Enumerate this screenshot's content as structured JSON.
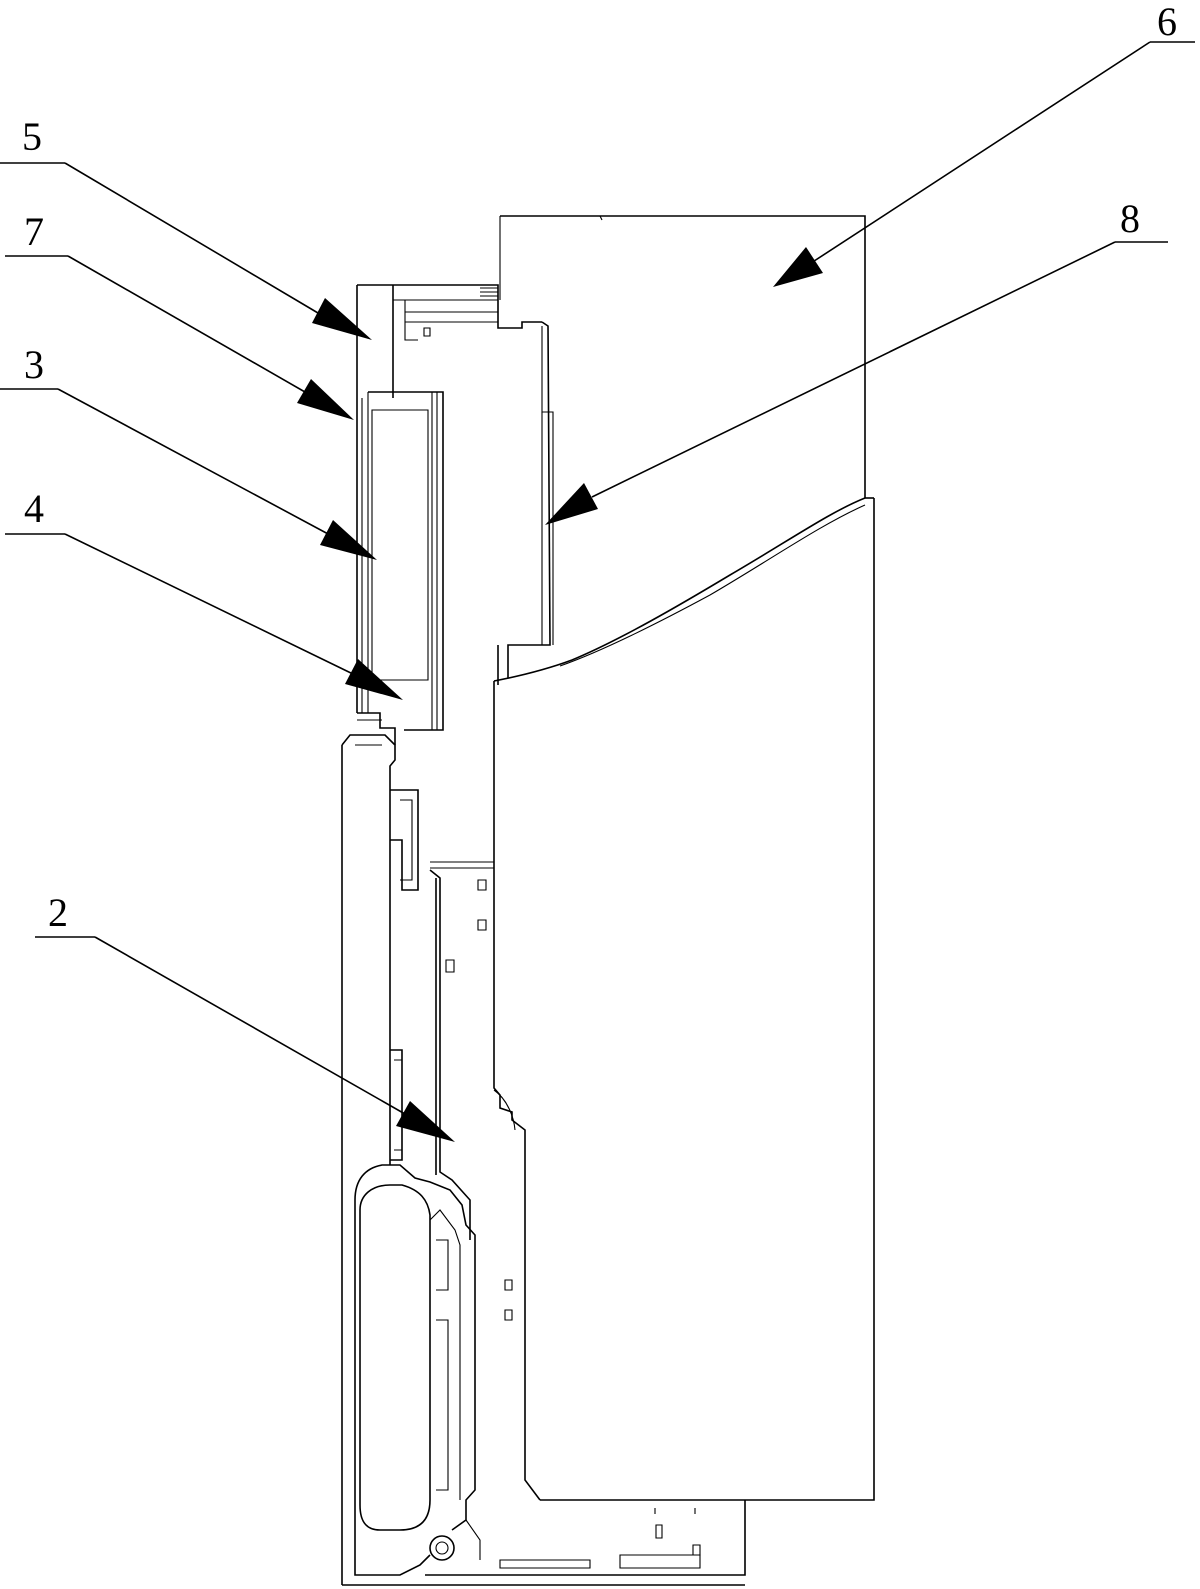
{
  "callouts": [
    {
      "id": "6",
      "label": "6"
    },
    {
      "id": "5",
      "label": "5"
    },
    {
      "id": "8",
      "label": "8"
    },
    {
      "id": "7",
      "label": "7"
    },
    {
      "id": "3",
      "label": "3"
    },
    {
      "id": "4",
      "label": "4"
    },
    {
      "id": "2",
      "label": "2"
    }
  ],
  "colors": {
    "ink": "#000000",
    "paper": "#ffffff"
  }
}
